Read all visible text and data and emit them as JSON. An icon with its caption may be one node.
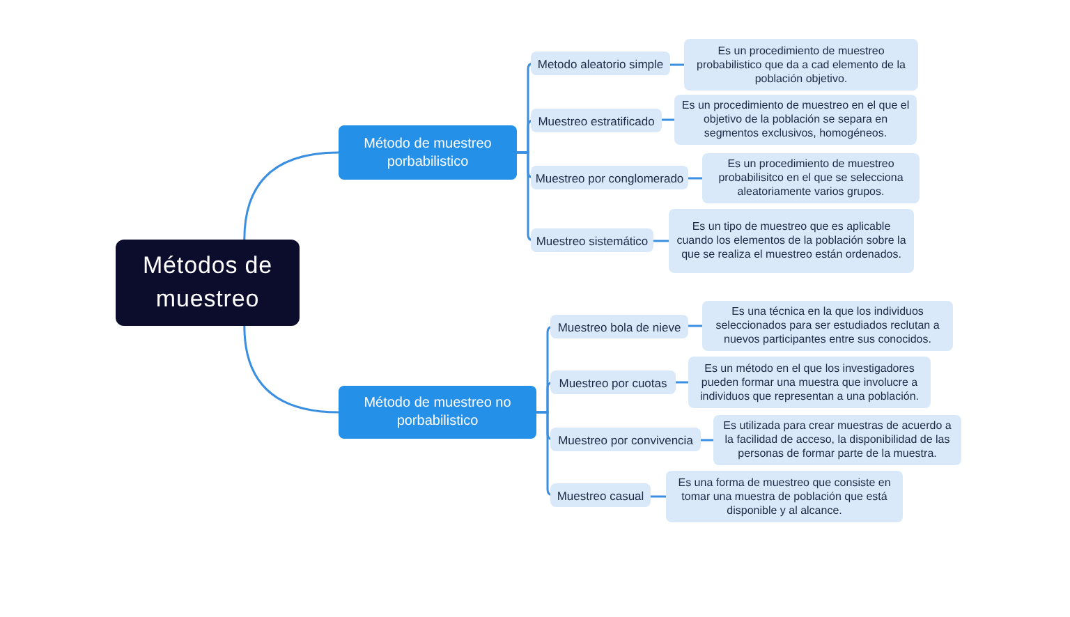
{
  "diagram": {
    "nodes": [
      {
        "text": [
          "Métodos de muestreo"
        ]
      },
      {
        "text": [
          "Método de muestreo porbabilistico"
        ]
      },
      {
        "text": [
          "Metodo aleatorio simple"
        ]
      },
      {
        "text": [
          "Es un procedimiento de muestreo probabilistico que da a cad elemento de la población objetivo."
        ]
      },
      {
        "text": [
          "Muestreo estratificado"
        ]
      },
      {
        "text": [
          "Es un procedimiento de muestreo en el que el objetivo de la población se separa en segmentos exclusivos, homogéneos."
        ]
      },
      {
        "text": [
          "Muestreo por conglomerado"
        ]
      },
      {
        "text": [
          "Es un procedimiento de muestreo probabilisitco en el que se selecciona aleatoriamente varios grupos."
        ]
      },
      {
        "text": [
          "Muestreo sistemático"
        ]
      },
      {
        "text": [
          "Es un tipo de muestreo que es aplicable cuando los elementos de la población sobre la que se realiza el muestreo están ordenados."
        ]
      },
      {
        "text": [
          "Método de muestreo no porbabilistico"
        ]
      },
      {
        "text": [
          "Muestreo bola de nieve"
        ]
      },
      {
        "text": [
          "Es una técnica en la que los individuos seleccionados para ser estudiados reclutan a nuevos participantes entre sus conocidos."
        ]
      },
      {
        "text": [
          "Muestreo por cuotas"
        ]
      },
      {
        "text": [
          "Es un método en el que los investigadores pueden formar una muestra que involucre a individuos que representan a una población."
        ]
      },
      {
        "text": [
          "Muestreo por convivencia"
        ]
      },
      {
        "text": [
          "Es utilizada para crear muestras de acuerdo a la facilidad de acceso, la disponibilidad de las personas de formar parte de la muestra."
        ]
      },
      {
        "text": [
          "Muestreo casual"
        ]
      },
      {
        "text": [
          "Es una forma de muestreo que consiste en tomar una muestra de población que está disponible y al alcance."
        ]
      }
    ],
    "edges": [
      {
        "from": 0,
        "to": 1,
        "arrow": "none"
      },
      {
        "from": 0,
        "to": 10,
        "arrow": "none"
      },
      {
        "from": 1,
        "to": 2,
        "arrow": "none"
      },
      {
        "from": 1,
        "to": 4,
        "arrow": "none"
      },
      {
        "from": 1,
        "to": 6,
        "arrow": "none"
      },
      {
        "from": 1,
        "to": 8,
        "arrow": "none"
      },
      {
        "from": 2,
        "to": 3,
        "arrow": "none"
      },
      {
        "from": 4,
        "to": 5,
        "arrow": "none"
      },
      {
        "from": 6,
        "to": 7,
        "arrow": "none"
      },
      {
        "from": 8,
        "to": 9,
        "arrow": "none"
      },
      {
        "from": 10,
        "to": 11,
        "arrow": "none"
      },
      {
        "from": 10,
        "to": 13,
        "arrow": "none"
      },
      {
        "from": 10,
        "to": 15,
        "arrow": "none"
      },
      {
        "from": 10,
        "to": 17,
        "arrow": "none"
      },
      {
        "from": 11,
        "to": 12,
        "arrow": "none"
      },
      {
        "from": 13,
        "to": 14,
        "arrow": "none"
      },
      {
        "from": 15,
        "to": 16,
        "arrow": "none"
      },
      {
        "from": 17,
        "to": 18,
        "arrow": "none"
      }
    ]
  }
}
